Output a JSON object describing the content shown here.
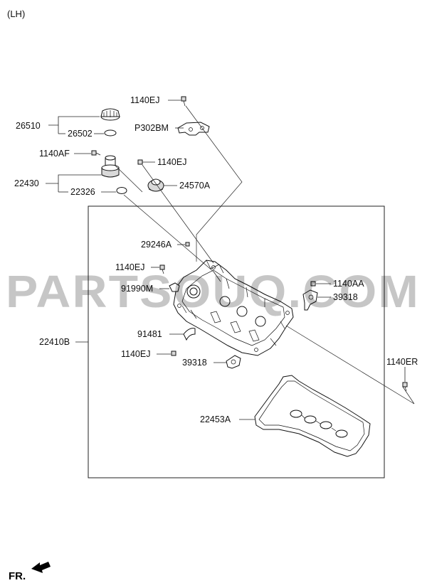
{
  "header": {
    "variant": "(LH)"
  },
  "watermark": "PARTSOUQ.COM",
  "footer": {
    "direction": "FR."
  },
  "labels": {
    "l26510": "26510",
    "l26502": "26502",
    "l1140AF": "1140AF",
    "l22430": "22430",
    "l22326": "22326",
    "l1140EJ_top": "1140EJ",
    "lP302BM": "P302BM",
    "l1140EJ_mid": "1140EJ",
    "l24570A": "24570A",
    "l29246A": "29246A",
    "l1140EJ_left": "1140EJ",
    "l91990M": "91990M",
    "l22410B": "22410B",
    "l91481": "91481",
    "l1140EJ_low": "1140EJ",
    "l39318_low": "39318",
    "l1140AA": "1140AA",
    "l39318_right": "39318",
    "l1140ER": "1140ER",
    "l22453A": "22453A"
  }
}
